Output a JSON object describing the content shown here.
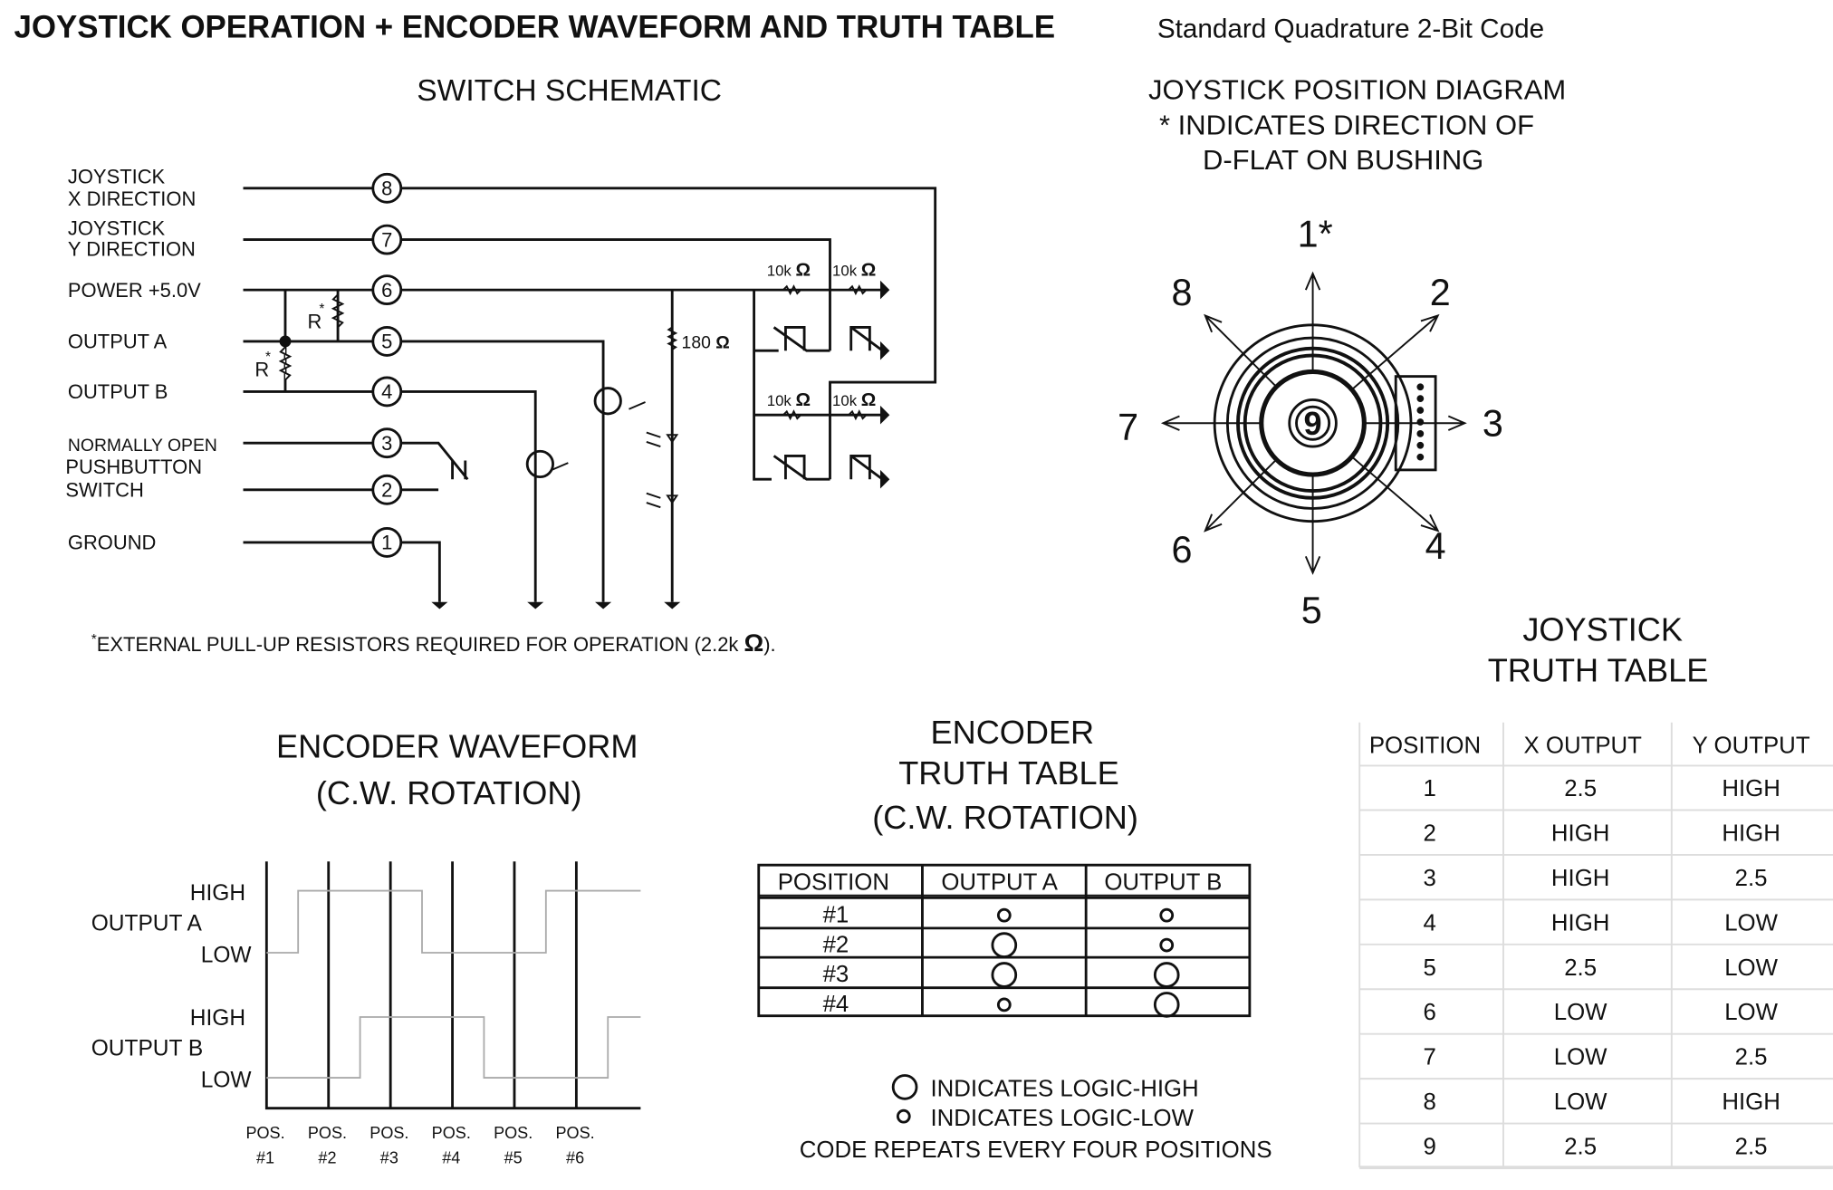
{
  "header": {
    "title": "JOYSTICK OPERATION + ENCODER WAVEFORM AND TRUTH TABLE",
    "subtitle": "Standard Quadrature 2-Bit Code"
  },
  "schematic": {
    "title": "SWITCH SCHEMATIC",
    "pins": [
      {
        "num": "8",
        "label1": "JOYSTICK",
        "label2": "X DIRECTION"
      },
      {
        "num": "7",
        "label1": "JOYSTICK",
        "label2": "Y DIRECTION"
      },
      {
        "num": "6",
        "label1": "POWER +5.0V",
        "label2": ""
      },
      {
        "num": "5",
        "label1": "OUTPUT A",
        "label2": ""
      },
      {
        "num": "4",
        "label1": "OUTPUT B",
        "label2": ""
      },
      {
        "num": "3",
        "label1": "NORMALLY OPEN",
        "label2": ""
      },
      {
        "num": "2",
        "label1": "PUSHBUTTON",
        "label2": ""
      },
      {
        "num": "1",
        "label1": "GROUND",
        "label2": ""
      }
    ],
    "switch_label3": "SWITCH",
    "resistor_r": "R",
    "resistor_star": "*",
    "resistor_180": "180",
    "resistor_10k": "10k",
    "ohm": "Ω",
    "footnote_star": "*",
    "footnote": "EXTERNAL PULL-UP RESISTORS REQUIRED FOR OPERATION (2.2k",
    "footnote_unit": "Ω",
    "footnote_end": ")."
  },
  "joystick_diagram": {
    "title": "JOYSTICK POSITION DIAGRAM",
    "note1": "* INDICATES DIRECTION OF",
    "note2": "D-FLAT ON BUSHING",
    "positions": [
      "1*",
      "2",
      "3",
      "4",
      "5",
      "6",
      "7",
      "8"
    ],
    "center": "9"
  },
  "waveform": {
    "title1": "ENCODER WAVEFORM",
    "title2": "(C.W. ROTATION)",
    "output_a": "OUTPUT A",
    "output_b": "OUTPUT B",
    "high": "HIGH",
    "low": "LOW",
    "pos_prefix": "POS.",
    "positions": [
      "#1",
      "#2",
      "#3",
      "#4",
      "#5",
      "#6"
    ]
  },
  "encoder_table": {
    "title1": "ENCODER",
    "title2": "TRUTH TABLE",
    "title3": "(C.W. ROTATION)",
    "headers": [
      "POSITION",
      "OUTPUT A",
      "OUTPUT B"
    ],
    "rows": [
      {
        "position": "#1",
        "a": "LOW",
        "b": "LOW"
      },
      {
        "position": "#2",
        "a": "HIGH",
        "b": "LOW"
      },
      {
        "position": "#3",
        "a": "HIGH",
        "b": "HIGH"
      },
      {
        "position": "#4",
        "a": "LOW",
        "b": "HIGH"
      }
    ],
    "legend_high": "INDICATES LOGIC-HIGH",
    "legend_low": "INDICATES LOGIC-LOW",
    "legend_note": "CODE REPEATS EVERY FOUR POSITIONS"
  },
  "joystick_table": {
    "title1": "JOYSTICK",
    "title2": "TRUTH TABLE",
    "headers": [
      "POSITION",
      "X OUTPUT",
      "Y OUTPUT"
    ],
    "rows": [
      [
        "1",
        "2.5",
        "HIGH"
      ],
      [
        "2",
        "HIGH",
        "HIGH"
      ],
      [
        "3",
        "HIGH",
        "2.5"
      ],
      [
        "4",
        "HIGH",
        "LOW"
      ],
      [
        "5",
        "2.5",
        "LOW"
      ],
      [
        "6",
        "LOW",
        "LOW"
      ],
      [
        "7",
        "LOW",
        "2.5"
      ],
      [
        "8",
        "LOW",
        "HIGH"
      ],
      [
        "9",
        "2.5",
        "2.5"
      ]
    ]
  }
}
